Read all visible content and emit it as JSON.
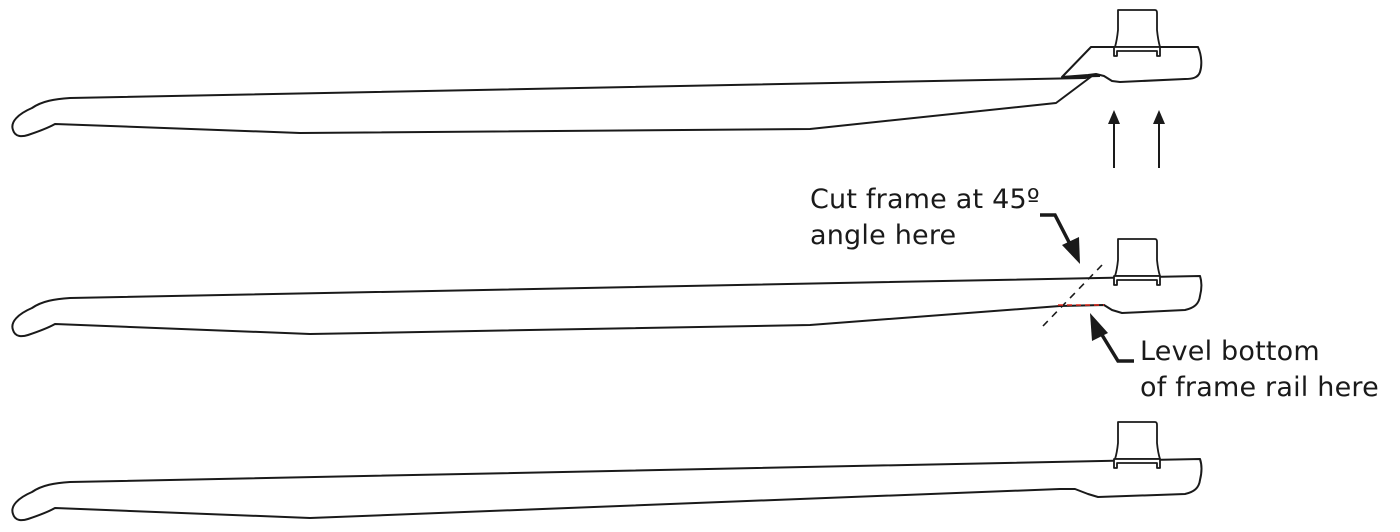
{
  "diagram": {
    "type": "technical-illustration",
    "subject": "frame rail modification steps",
    "stages": [
      {
        "id": "modified",
        "description": "Frame rail with cut end raised at 45 degree angle"
      },
      {
        "id": "marked",
        "description": "Frame rail marked with 45 degree cut line and level line"
      },
      {
        "id": "original",
        "description": "Original unmodified frame rail"
      }
    ],
    "annotations": {
      "cut": {
        "line1": "Cut frame at 45º",
        "line2": "angle here"
      },
      "level": {
        "line1": "Level bottom",
        "line2": "of frame rail here"
      }
    },
    "arrows": {
      "raise_arrows_count": 2,
      "meaning": "raise end section"
    },
    "colors": {
      "stroke": "#1a1a1a",
      "level_marker": "#e0261b",
      "background": "#ffffff"
    }
  }
}
